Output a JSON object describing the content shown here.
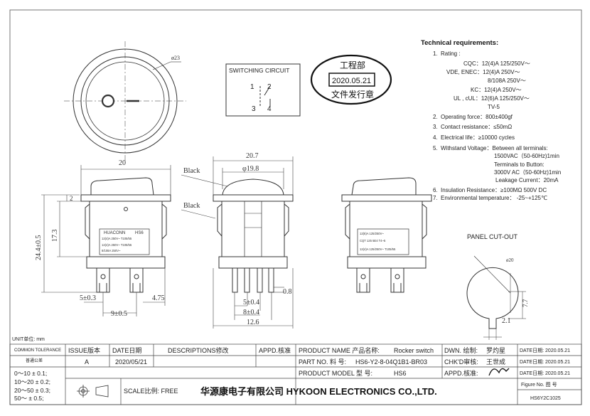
{
  "drawing": {
    "front_view": {
      "dia_label": "ø23"
    },
    "switching_circuit": {
      "title": "SWITCHING CIRCUIT",
      "pins": [
        "1",
        "2",
        "3",
        "4"
      ]
    },
    "stamp": {
      "line1": "工程部",
      "date": "2020.05.21",
      "line3": "文件发行章"
    },
    "side_view_left": {
      "dim_width": "20",
      "dim_top": "2",
      "dim_body": "17.3",
      "dim_total": "24.4±0.5",
      "dim_pin1": "5±0.3",
      "dim_pin2": "9±0.5",
      "dim_offset": "4.75",
      "label_brand": "HUACONN",
      "label_model": "HS6",
      "label_lines": [
        "12(4)A 250V~ T105/55",
        "12(4)A 250V~ T105/55",
        "8/108A 250V~"
      ]
    },
    "side_view_center": {
      "label_black_1": "Black",
      "label_black_2": "Black",
      "dim_width": "20.7",
      "dim_dome": "φ19.8",
      "dim_thick": "0.8",
      "dim_a": "5±0.4",
      "dim_b": "8±0.4",
      "dim_c": "12.6"
    },
    "side_view_right": {
      "label_lines": [
        "12(6)A 125/250V~",
        "CQT 125 5E4 T4~5",
        "12(4)A 125/250V~ T105/55"
      ]
    },
    "panel_cutout": {
      "title": "PANEL CUT-OUT",
      "dim_dia": "ø20",
      "dim_h": "7.7",
      "dim_w": "2.1"
    }
  },
  "technical_requirements": {
    "title": "Technical requirements:",
    "items": [
      {
        "num": "1.",
        "lines": [
          "Rating :"
        ]
      },
      {
        "num": "",
        "lines": [
          "CQC：12(4)A 125/250V～"
        ]
      },
      {
        "num": "",
        "lines": [
          "VDE, ENEC：12(4)A  250V～"
        ]
      },
      {
        "num": "",
        "lines": [
          "8/108A  250V～"
        ]
      },
      {
        "num": "",
        "lines": [
          "KC：12(4)A  250V～"
        ]
      },
      {
        "num": "",
        "lines": [
          "UL , cUL：12(6)A 125/250V～"
        ]
      },
      {
        "num": "",
        "lines": [
          "TV-5"
        ]
      },
      {
        "num": "2.",
        "lines": [
          "Operating force：800±400gf"
        ]
      },
      {
        "num": "3.",
        "lines": [
          "Contact resistance：≤50mΩ"
        ]
      },
      {
        "num": "4.",
        "lines": [
          "Electrical life：≥10000 cycles"
        ]
      },
      {
        "num": "5.",
        "lines": [
          "Withstand Voltage：Between all terminals:"
        ]
      },
      {
        "num": "",
        "lines": [
          "1500VAC（50-60Hz)1min"
        ]
      },
      {
        "num": "",
        "lines": [
          "Terminals to Button:"
        ]
      },
      {
        "num": "",
        "lines": [
          "3000V AC（50-60Hz)1min"
        ]
      },
      {
        "num": "",
        "lines": [
          "Leakage Current：20mA"
        ]
      },
      {
        "num": "6.",
        "lines": [
          "Insulation Resistance：≥100MΩ  500V DC"
        ]
      },
      {
        "num": "7.",
        "lines": [
          "Environmental temperature： -25~+125℃"
        ]
      }
    ]
  },
  "title_block": {
    "unit": "UNIT单位: mm",
    "tolerance_title": "COMMON TOLERANCE",
    "tolerance_sub": "普通公差",
    "tolerances": [
      "0～10  ± 0.1;",
      "10～20  ± 0.2;",
      "20～50  ± 0.3;",
      "50～     ± 0.5;"
    ],
    "issue_header": "ISSUE版本",
    "issue_value": "A",
    "date_header": "DATE日期",
    "date_value": "2020/05/21",
    "desc_header": "DESCRIPTIONS修改",
    "appd_header": "APPD.核准",
    "scale": "SCALE比例: FREE",
    "product_name_label": "PRODUCT NAME  产品名称:",
    "product_name": "Rocker switch",
    "part_no_label": "PART NO.  料 号:",
    "part_no": "HS6-Y2-8-04Q1B1-BR03",
    "product_model_label": "PRODUCT MODEL  型 号:",
    "product_model": "HS6",
    "company": "华源康电子有限公司  HYKOON ELECTRONICS CO.,LTD.",
    "dwn_label": "DWN. 绘制:",
    "dwn_name": "罗灼星",
    "chk_label": "CHK'D审核:",
    "chk_name": "王世成",
    "appd_label": "APPD.核准:",
    "date_label_1": "DATE日期: 2020.05.21",
    "date_label_2": "DATE日期: 2020.05.21",
    "date_label_3": "DATE日期: 2020.05.21",
    "figure_label": "Figure No.    图   号",
    "figure_no": "HS6Y2C1025"
  }
}
